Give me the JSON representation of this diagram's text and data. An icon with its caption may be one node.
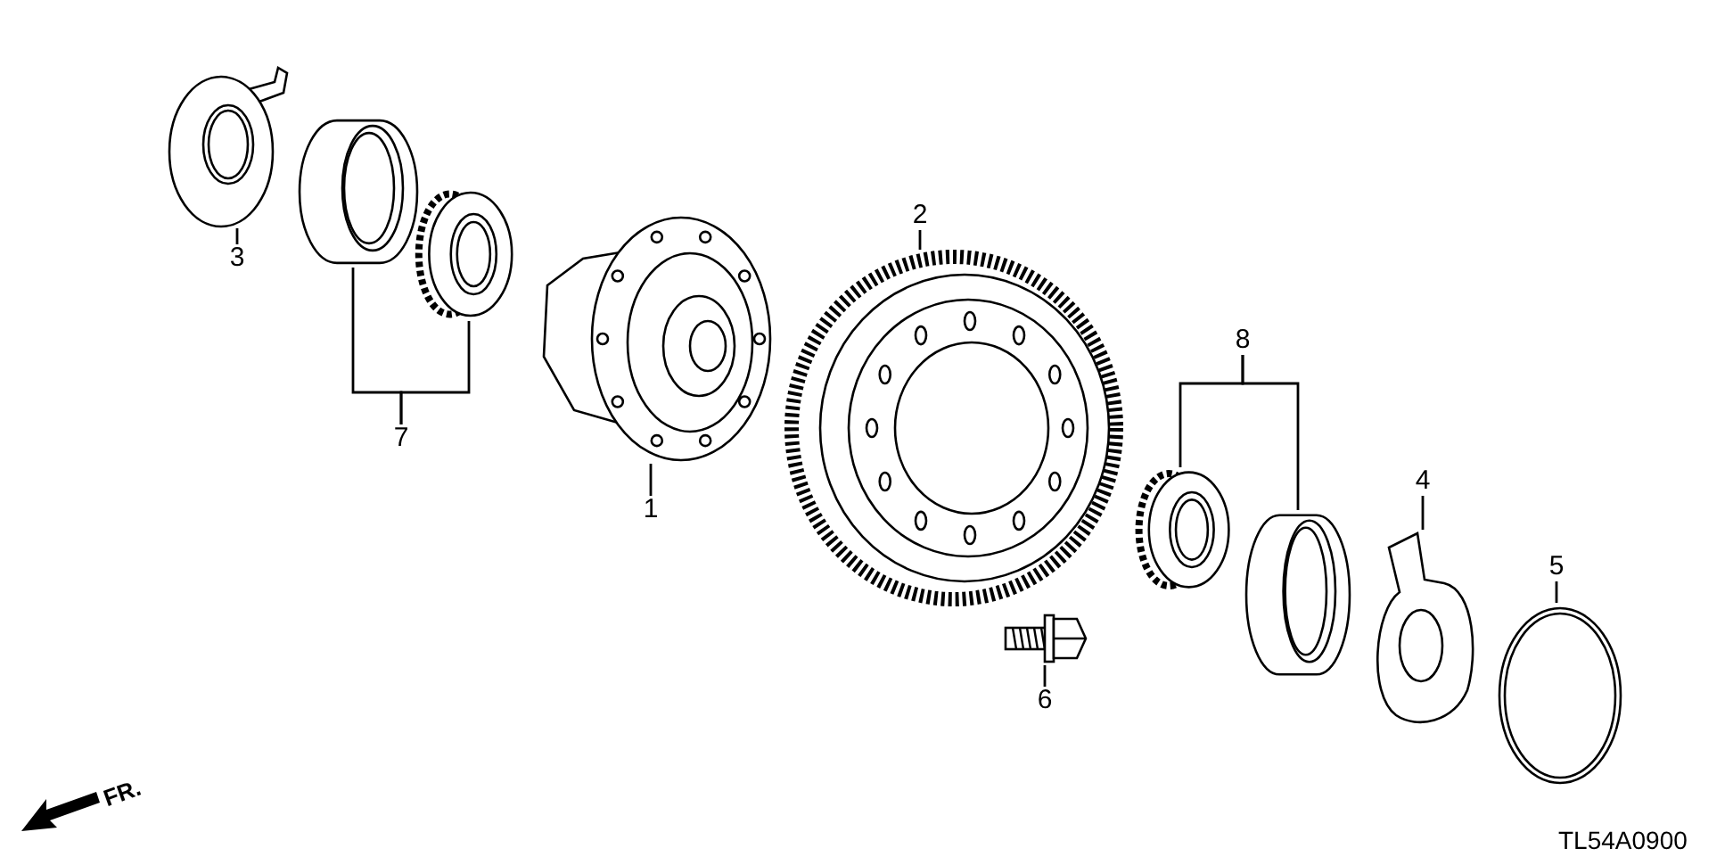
{
  "diagram": {
    "nodes": [
      {
        "text": [
          "3"
        ]
      },
      {
        "text": [],
        "shape": "picture"
      },
      {
        "text": [],
        "shape": "picture"
      },
      {
        "text": [],
        "shape": "picture"
      },
      {
        "text": [
          "7"
        ]
      },
      {
        "text": [],
        "shape": "picture"
      },
      {
        "text": [
          "1"
        ]
      },
      {
        "text": [
          "2"
        ]
      },
      {
        "text": [],
        "shape": "picture"
      },
      {
        "text": [],
        "shape": "picture"
      },
      {
        "text": [
          "6"
        ]
      },
      {
        "text": [
          "8"
        ]
      },
      {
        "text": [],
        "shape": "picture"
      },
      {
        "text": [],
        "shape": "picture"
      },
      {
        "text": [
          "4"
        ]
      },
      {
        "text": [],
        "shape": "picture"
      },
      {
        "text": [
          "5"
        ]
      },
      {
        "text": [],
        "shape": "picture"
      }
    ],
    "edges": [
      {
        "from": 0,
        "to": 1,
        "arrow": "none"
      },
      {
        "from": 4,
        "to": 2,
        "arrow": "none"
      },
      {
        "from": 4,
        "to": 3,
        "arrow": "none"
      },
      {
        "from": 6,
        "to": 5,
        "arrow": "none"
      },
      {
        "from": 7,
        "to": 8,
        "arrow": "none"
      },
      {
        "from": 10,
        "to": 9,
        "arrow": "none"
      },
      {
        "from": 11,
        "to": 12,
        "arrow": "none"
      },
      {
        "from": 11,
        "to": 13,
        "arrow": "none"
      },
      {
        "from": 14,
        "to": 15,
        "arrow": "none"
      },
      {
        "from": 16,
        "to": 17,
        "arrow": "none"
      }
    ],
    "labels": [
      "FR.",
      "TL54A0900"
    ]
  }
}
